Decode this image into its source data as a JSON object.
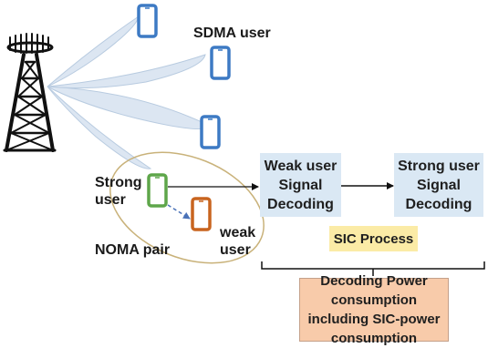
{
  "labels": {
    "sdma_user": "SDMA user",
    "strong_user": "Strong user",
    "weak_user": "weak user",
    "noma_pair": "NOMA pair"
  },
  "boxes": {
    "weak_decoding": "Weak user Signal Decoding",
    "strong_decoding": "Strong user Signal Decoding",
    "sic_process": "SIC Process",
    "power": "Decoding Power consumption including SIC-power consumption"
  },
  "colors": {
    "beam": "#dce6f2",
    "beam_stroke": "#b8cbe0",
    "phone_blue": "#3d7ac4",
    "phone_green": "#5ea64a",
    "phone_orange": "#c8641f",
    "noma_ellipse": "#c9b27a",
    "decode_box": "#dae8f4",
    "sic_box": "#fbeba6",
    "power_box": "#f8cbaa",
    "arrow_dashed": "#4a72b8"
  },
  "icons": [
    "cell-tower-icon",
    "smartphone-icon"
  ]
}
